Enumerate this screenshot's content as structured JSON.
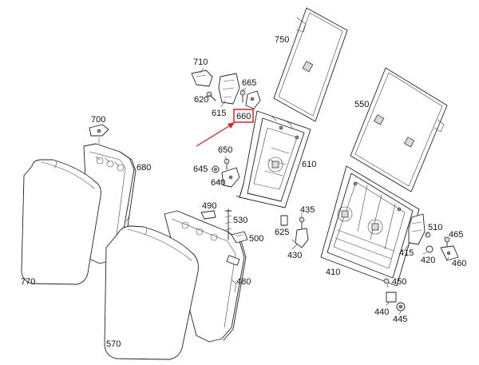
{
  "highlight": {
    "label": "660",
    "box_color": "#e0201b",
    "arrow_color": "#e0201b"
  },
  "labels": {
    "p750": "750",
    "p710": "710",
    "p665": "665",
    "p620": "620",
    "p615": "615",
    "p550": "550",
    "p700": "700",
    "p650": "650",
    "p680": "680",
    "p645": "645",
    "p610": "610",
    "p640": "640",
    "p490": "490",
    "p435": "435",
    "p530": "530",
    "p510": "510",
    "p465": "465",
    "p625": "625",
    "p500": "500",
    "p415": "415",
    "p420": "420",
    "p770": "770",
    "p430": "430",
    "p460": "460",
    "p410": "410",
    "p480": "480",
    "p450": "450",
    "p440": "440",
    "p445": "445",
    "p570": "570"
  }
}
